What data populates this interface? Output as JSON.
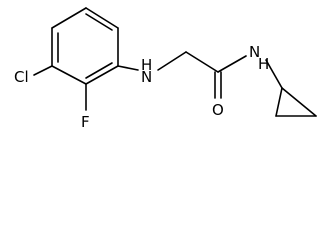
{
  "atom_labels": {
    "chlorine": "Cl",
    "fluorine": "F",
    "amine_n": "H",
    "amine_h": "N",
    "amide_n": "N",
    "amide_h": "H",
    "carbonyl_o": "O"
  },
  "colors": {
    "bond": "#000000",
    "label": "#000000",
    "background": "#ffffff"
  }
}
